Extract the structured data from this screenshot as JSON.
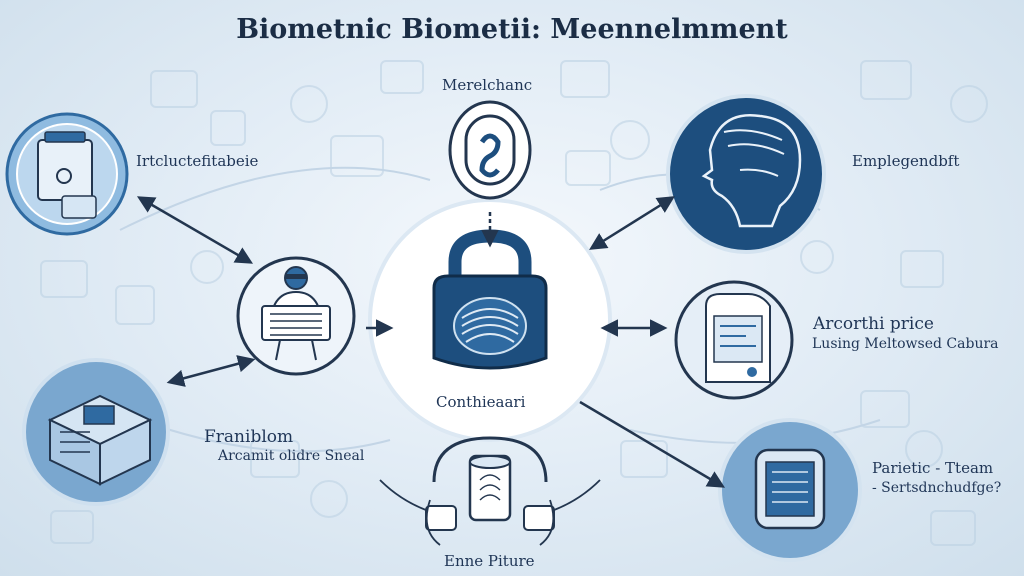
{
  "title": "Biometnic Biometii: Meennelmment",
  "labels": {
    "top": "Merelchanc",
    "left_top": "Irtcluctefitabeie",
    "right_top": "Emplegendbft",
    "right_mid_line1": "Arcorthi price",
    "right_mid_line2": "Lusing Meltowsed Cabura",
    "center": "Conthieaari",
    "left_bottom_line1": "Franiblom",
    "left_bottom_line2": "Arcamit olidre Sneal",
    "right_bottom_line1": "Parietic - Tteam",
    "right_bottom_line2": "- Sertsdnchudfge?",
    "bottom": "Enne Piture"
  },
  "colors": {
    "navy": "#1d4e7e",
    "mid_blue": "#2f6aa1",
    "light_blue": "#8fbbe0",
    "pale_blue": "#dbe8f4",
    "ink": "#1b2d45",
    "stroke": "#23364f"
  },
  "icons": {
    "center": "padlock-fingerprint-icon",
    "top": "fingerprint-icon",
    "left_top": "scanner-device-icon",
    "left_mid": "person-scanner-icon",
    "left_bottom": "server-rack-icon",
    "right_top": "face-profile-icon",
    "right_mid": "document-icon",
    "right_bottom": "tablet-icon",
    "bottom": "hand-scanner-icon"
  }
}
